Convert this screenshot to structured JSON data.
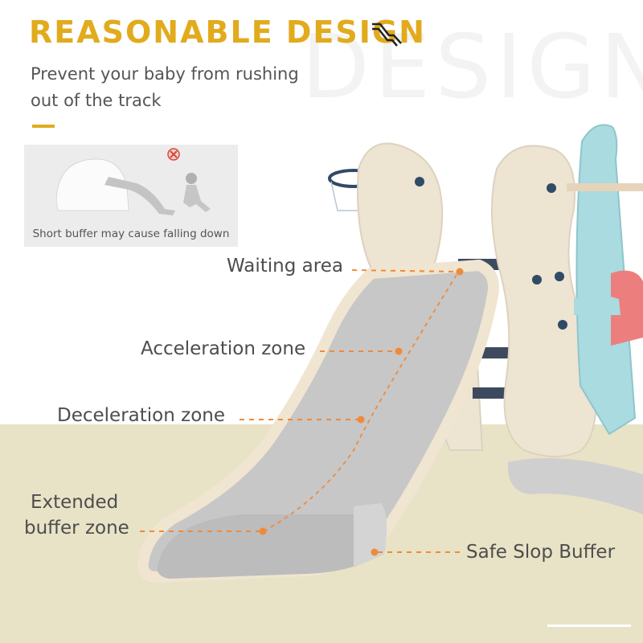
{
  "headline": "REASONABLE DESIGN",
  "watermark": "DESIGN",
  "subtext": [
    "Prevent your baby from rushing",
    "out of the track"
  ],
  "inset": {
    "caption": "Short buffer may cause falling down",
    "icon": "cross-icon"
  },
  "callouts": {
    "waiting_area": "Waiting area",
    "acceleration_zone": "Acceleration zone",
    "deceleration_zone": "Deceleration zone",
    "extended_buffer_zone": [
      "Extended",
      "buffer zone"
    ],
    "safe_slop_buffer": "Safe Slop Buffer"
  },
  "colors": {
    "accent": "#e1ab1d",
    "callout_dash": "#f08a3a",
    "floor": "#e8e3c6"
  }
}
